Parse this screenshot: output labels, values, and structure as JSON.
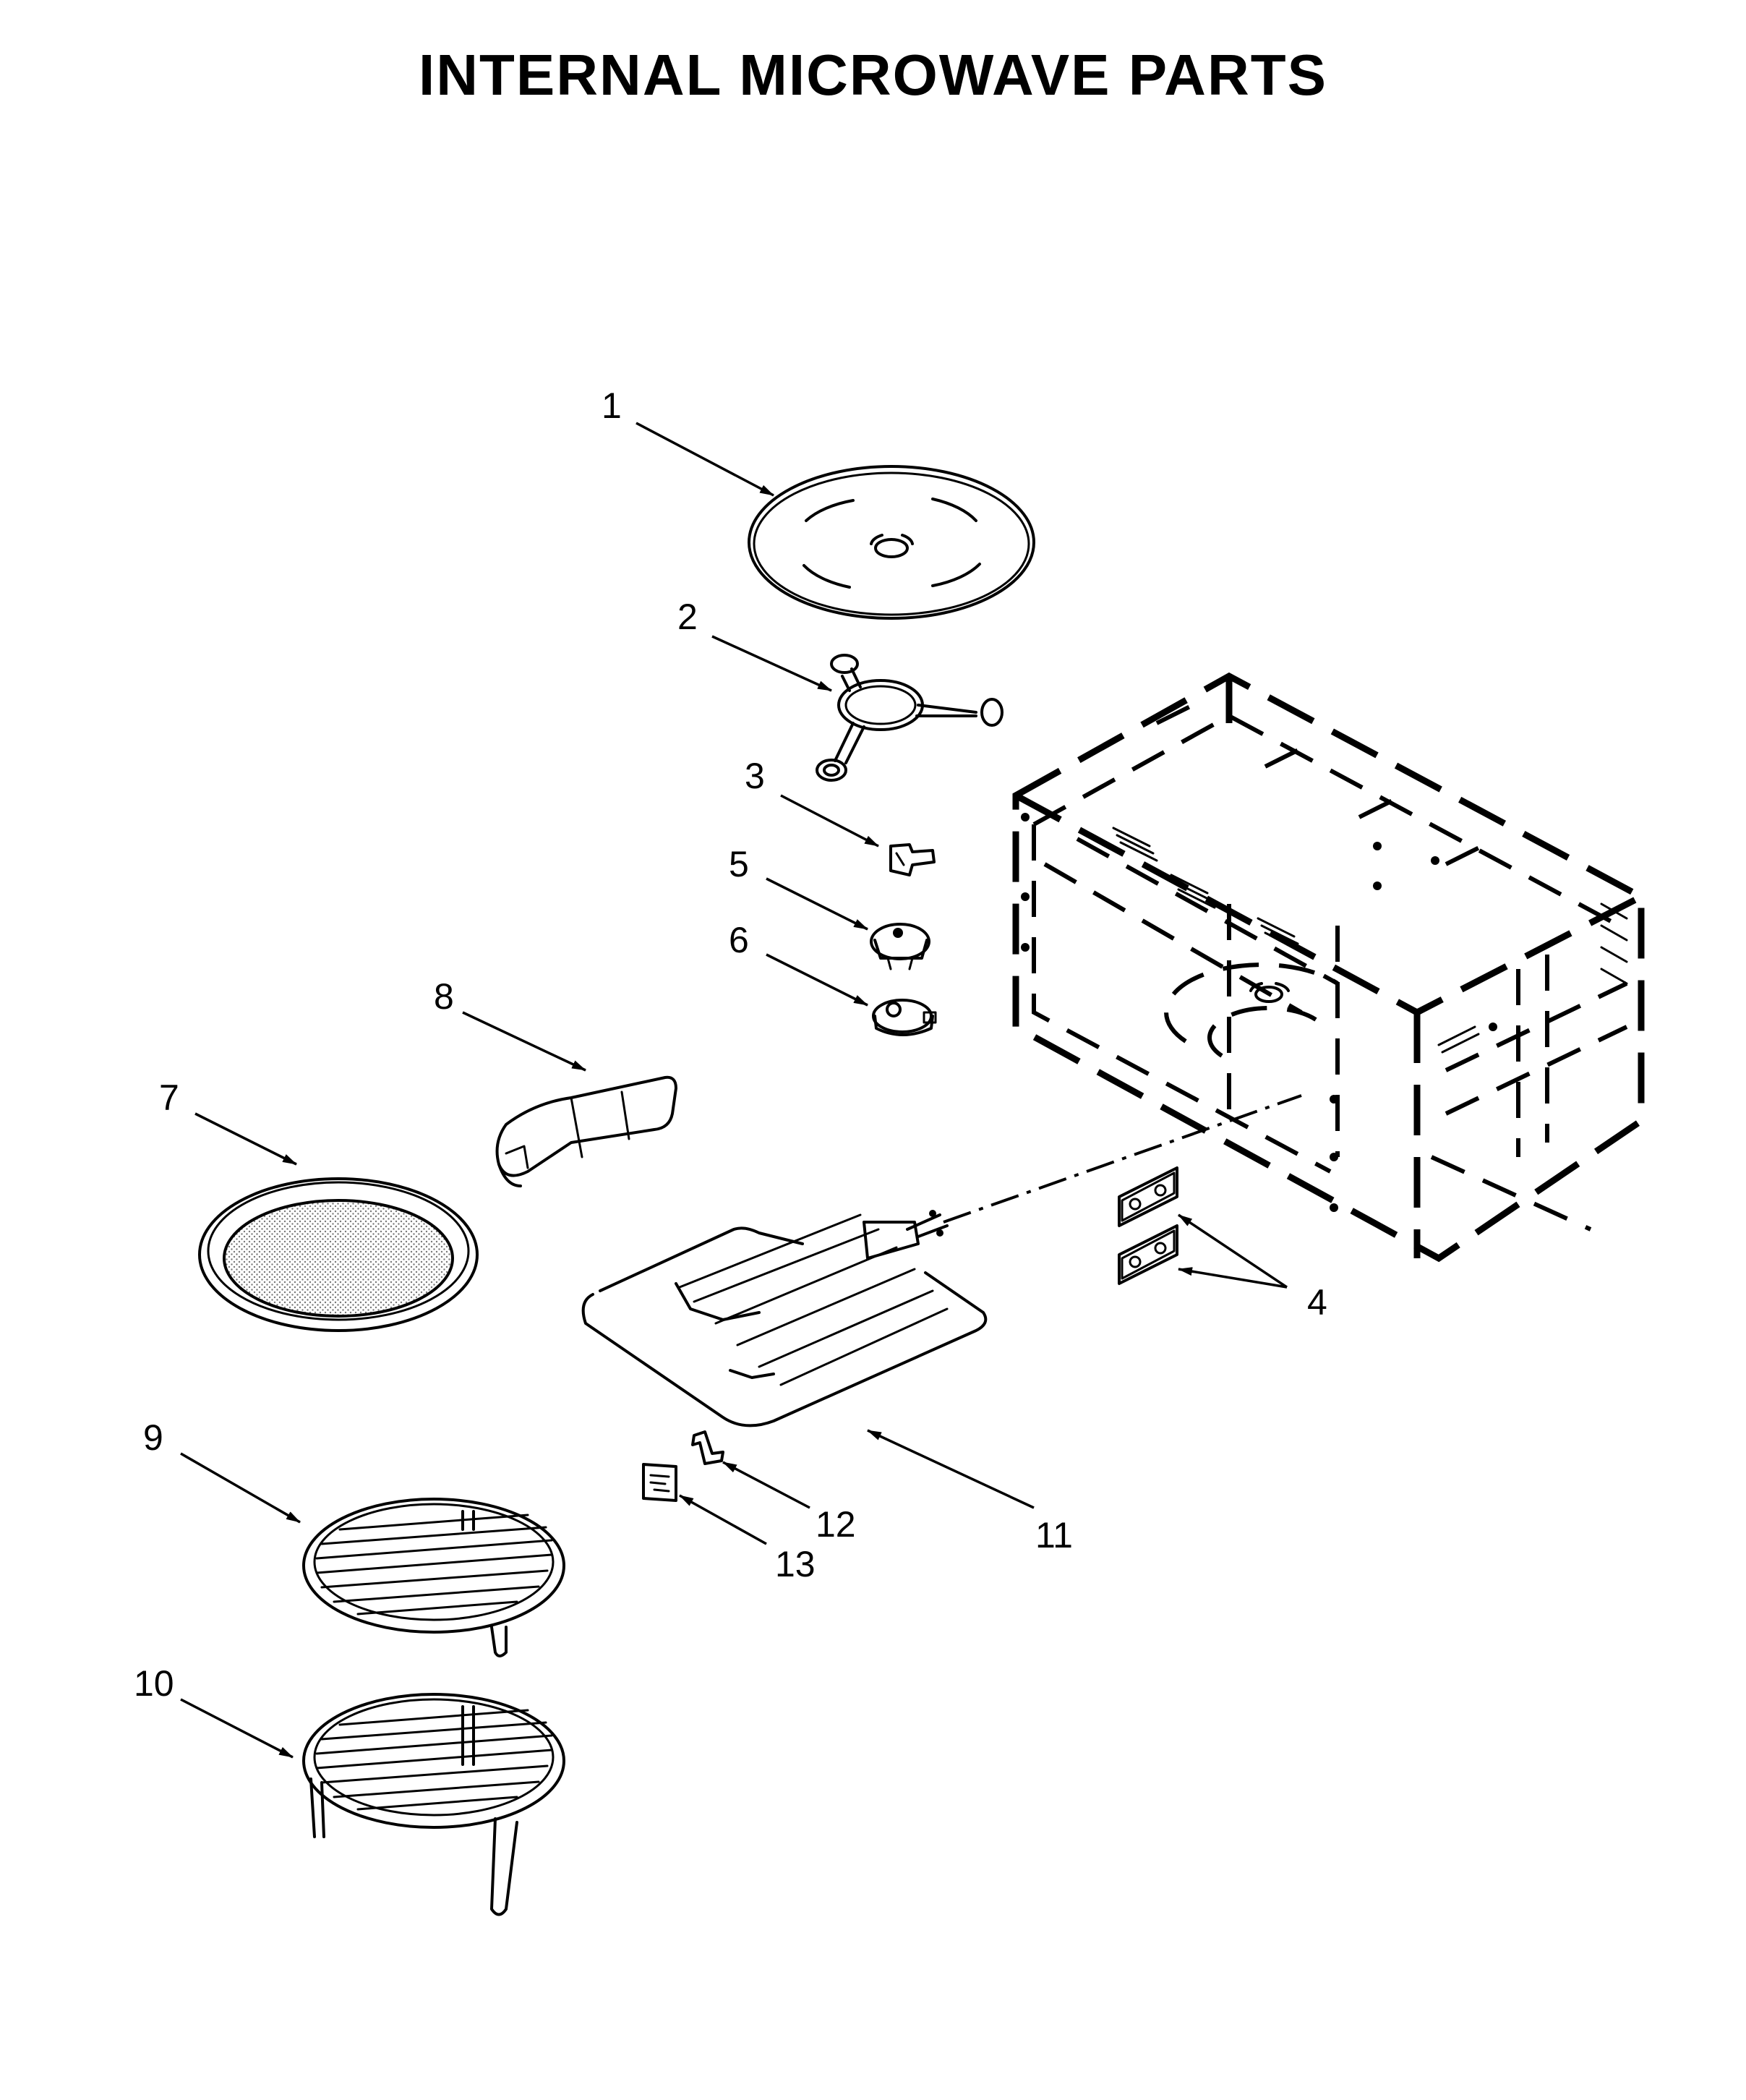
{
  "title": "INTERNAL MICROWAVE PARTS",
  "callouts": [
    "1",
    "2",
    "3",
    "4",
    "5",
    "6",
    "7",
    "8",
    "9",
    "10",
    "11",
    "12",
    "13"
  ]
}
